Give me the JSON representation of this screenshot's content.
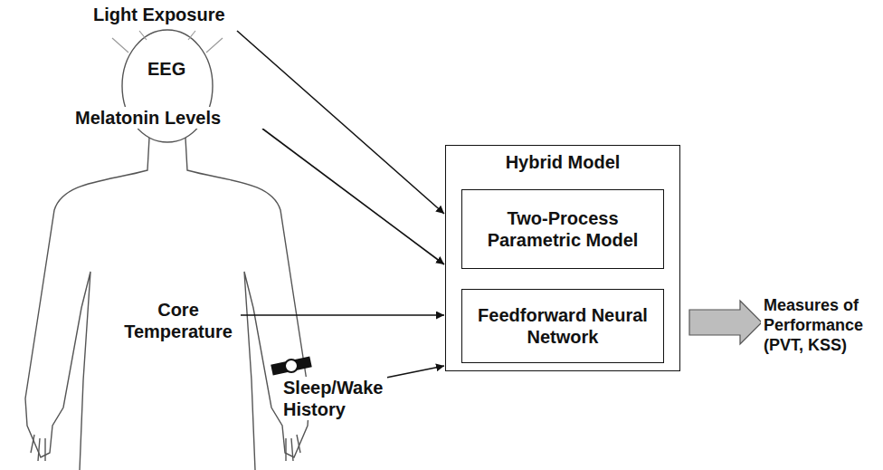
{
  "diagram": {
    "nodes": [
      {
        "text": [
          "Hybrid Model"
        ]
      },
      {
        "text": [
          "Two-Process Parametric Model"
        ],
        "in": 0
      },
      {
        "text": [
          "Feedforward Neural Network"
        ],
        "in": 0
      }
    ],
    "labels": [
      "Light Exposure",
      "EEG",
      "Melatonin Levels",
      "Core Temperature",
      "Sleep/Wake History",
      "Measures of Performance (PVT, KSS)"
    ]
  }
}
